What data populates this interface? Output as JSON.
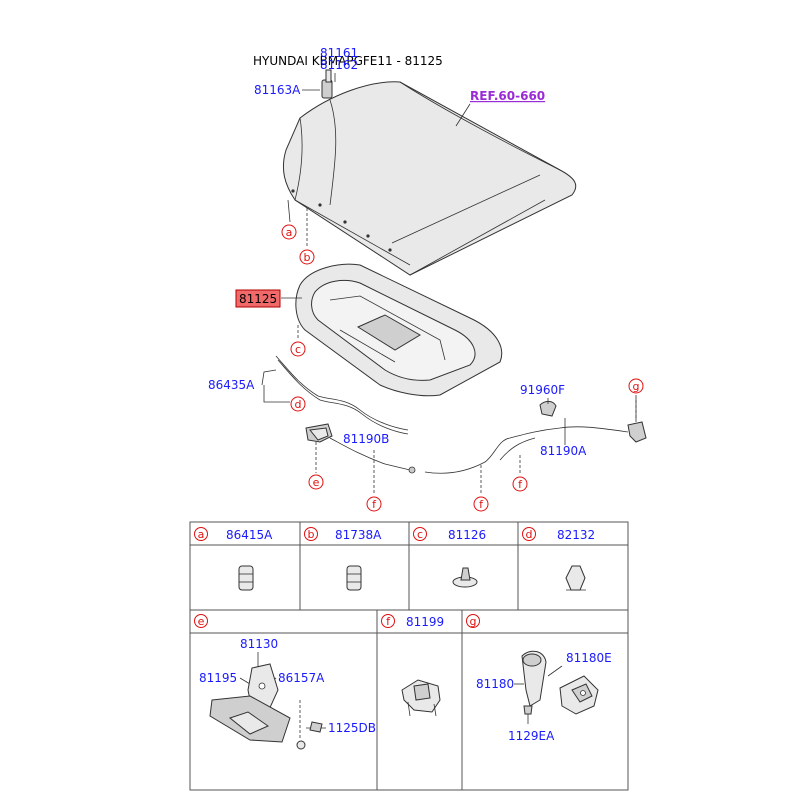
{
  "title": "HYUNDAI KBMAPGFE11 - 81125",
  "reference": "REF.60-660",
  "highlighted_part": "81125",
  "labels": {
    "p81161": "81161",
    "p81162": "81162",
    "p81163A": "81163A",
    "p86435A": "86435A",
    "p81190B": "81190B",
    "p91960F": "91960F",
    "p81190A": "81190A"
  },
  "callouts": {
    "a": "a",
    "b": "b",
    "c": "c",
    "d": "d",
    "e": "e",
    "f": "f",
    "g": "g"
  },
  "table": {
    "row1": [
      {
        "letter": "a",
        "part": "86415A"
      },
      {
        "letter": "b",
        "part": "81738A"
      },
      {
        "letter": "c",
        "part": "81126"
      },
      {
        "letter": "d",
        "part": "82132"
      }
    ],
    "row2": {
      "e": {
        "letter": "e",
        "parts": [
          "81130",
          "81195",
          "86157A",
          "1125DB"
        ]
      },
      "f": {
        "letter": "f",
        "parts": [
          "81199"
        ]
      },
      "g": {
        "letter": "g",
        "parts": [
          "81180E",
          "81180",
          "1129EA"
        ]
      }
    }
  }
}
